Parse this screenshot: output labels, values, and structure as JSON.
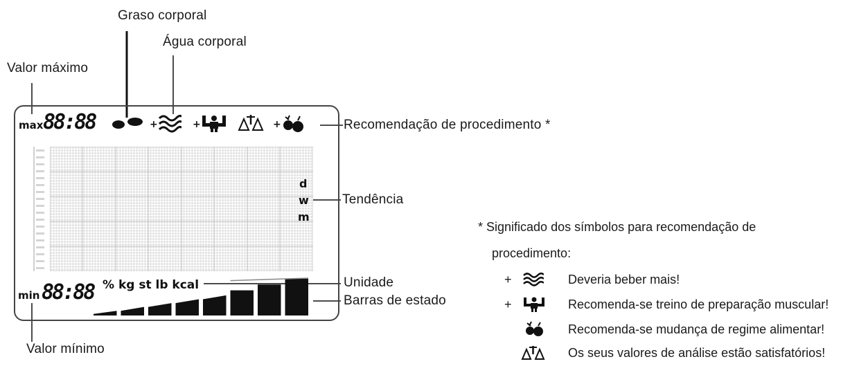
{
  "labels": {
    "graso_corporal": "Graso corporal",
    "agua_corporal": "Água corporal",
    "valor_maximo": "Valor máximo",
    "valor_minimo": "Valor mínimo",
    "recomendacao": "Recomendação de procedimento *",
    "tendencia": "Tendência",
    "unidade": "Unidade",
    "barras_estado": "Barras de estado"
  },
  "lcd": {
    "max": "max",
    "min": "min",
    "digits_top": "88:88",
    "digits_bottom": "88:88",
    "trend_d": "d",
    "trend_w": "w",
    "trend_m": "m",
    "units": "% kg st lb kcal",
    "plus": "+",
    "status_bar_levels": [
      0.12,
      0.22,
      0.32,
      0.42,
      0.52,
      0.65,
      0.8,
      0.95
    ]
  },
  "legend": {
    "heading_line1": "* Significado dos símbolos para recomendação de",
    "heading_line2": "procedimento:",
    "items": [
      {
        "prefix": "+",
        "icon": "water-waves-icon",
        "text": "Deveria beber mais!"
      },
      {
        "prefix": "+",
        "icon": "muscle-training-icon",
        "text": "Recomenda-se treino de preparação muscular!"
      },
      {
        "prefix": "",
        "icon": "diet-fruit-icon",
        "text": "Recomenda-se mudança de regime alimentar!"
      },
      {
        "prefix": "",
        "icon": "balance-scale-icon",
        "text": "Os seus valores de análise estão satisfatórios!"
      }
    ]
  }
}
